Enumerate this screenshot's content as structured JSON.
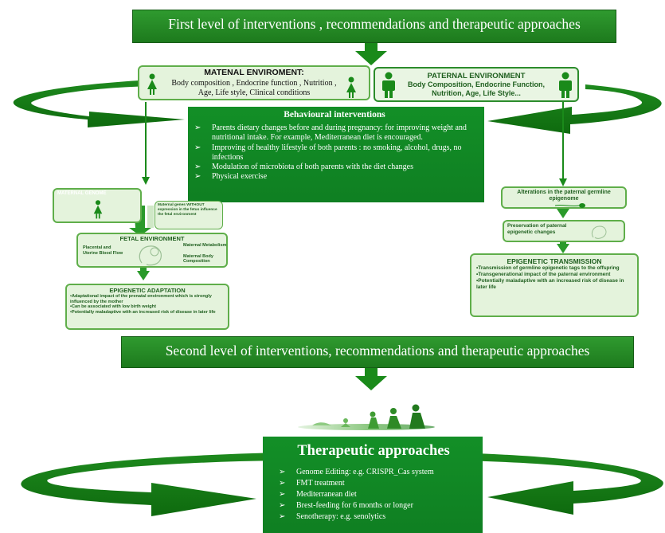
{
  "first_level": {
    "title": "First level of  interventions , recommendations and therapeutic approaches"
  },
  "maternal_env": {
    "title": "MATENAL ENVIROMENT:",
    "line1": "Body composition , Endocrine  function , Nutrition ,",
    "line2": "Age, Life style,  Clinical  conditions"
  },
  "paternal_env": {
    "title": "PATERNAL ENVIRONMENT",
    "line1": "Body Composition, Endocrine Function,",
    "line2": "Nutrition, Age, Life Style..."
  },
  "behavioural": {
    "title": "Behavioural interventions",
    "items": [
      "Parents dietary changes before and during pregnancy: for improving weight and nutritional intake. For example, Mediterranean diet is encouraged.",
      "Improving of healthy lifestyle of both parents : no smoking, alcohol, drugs, no infections",
      "Modulation of microbiota of both parents with the diet changes",
      "Physical exercise"
    ]
  },
  "maternal_genome": {
    "title": "MATERNAL GENOME"
  },
  "maternal_genes": {
    "text": "Maternal genes WITHOUT expression in the fetus influence the fetal environment"
  },
  "fetal_env": {
    "title": "FETAL ENVIRONMENT",
    "left": "Placental and Uterine Blood Flow",
    "right1": "Maternal Metabolism",
    "right2": "Maternal Body Composition"
  },
  "epi_adaptation": {
    "title": "EPIGENETIC ADAPTATION",
    "items": [
      "•Adaptational impact of  the prenatal environment  which is strongly influenced by the mother",
      "•Can be associated with low birth weight",
      "•Potentially maladaptive with an increased risk of disease in later life"
    ]
  },
  "paternal_germline": {
    "title": "Alterations in the paternal germline epigenome"
  },
  "paternal_preservation": {
    "title": "Preservation of paternal epigenetic changes"
  },
  "epi_transmission": {
    "title": "EPIGENETIC TRANSMISSION",
    "items": [
      "•Transmission of germline epigenetic tags to the offspring",
      "•Transgenerational impact of the paternal environment",
      "•Potentially maladaptive with an increased risk of disease in later life"
    ]
  },
  "second_level": {
    "title": "Second level of  interventions, recommendations and therapeutic approaches"
  },
  "therapeutic": {
    "title": "Therapeutic  approaches",
    "items": [
      "Genome Editing: e.g. CRISPR_Cas system",
      "FMT treatment",
      "Mediterranean diet",
      "Brest-feeding for 6 months or longer",
      "Senotherapy: e.g. senolytics"
    ]
  },
  "colors": {
    "dark_green": "#138f27",
    "light_green": "#e4f3dc",
    "banner_green": "#2a8f2a"
  }
}
